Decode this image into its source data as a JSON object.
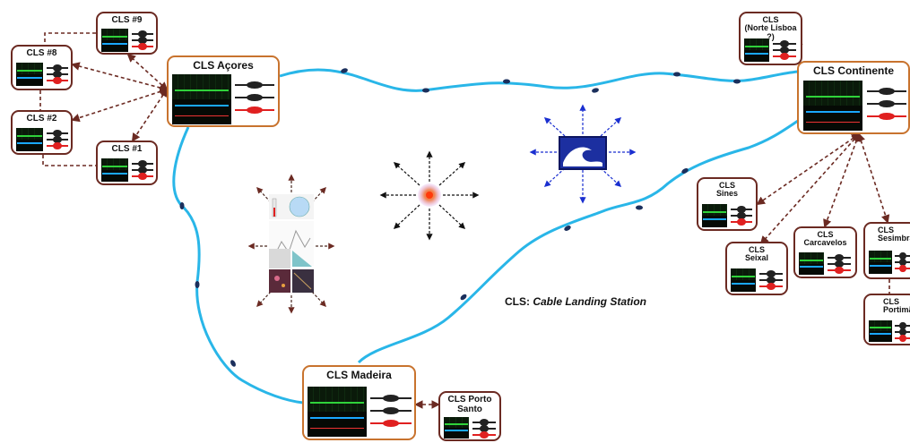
{
  "colors": {
    "cable": "#29b6e8",
    "repeater": "#1b2f5c",
    "major_border": "#c8732e",
    "minor_border": "#6b2a22",
    "link": "#6b2a22"
  },
  "icons": [
    "earthquake-source-icon",
    "tsunami-warning-icon",
    "multi-sensor-icon"
  ],
  "stations": {
    "acores": {
      "title": "CLS Açores"
    },
    "continente": {
      "title": "CLS Continente"
    },
    "madeira": {
      "title": "CLS Madeira"
    },
    "cls9": {
      "title": "CLS #9"
    },
    "cls8": {
      "title": "CLS #8"
    },
    "cls2": {
      "title": "CLS #2"
    },
    "cls1": {
      "title": "CLS #1"
    },
    "norte_lisboa": {
      "title": "CLS\n(Norte Lisboa ?)"
    },
    "sines": {
      "title": "CLS\nSines"
    },
    "seixal": {
      "title": "CLS\nSeixal"
    },
    "carcavelos": {
      "title": "CLS\nCarcavelos"
    },
    "sesimbra": {
      "title": "CLS\nSesimbra"
    },
    "portimao": {
      "title": "CLS\nPortimão"
    },
    "porto_santo": {
      "title": "CLS Porto\nSanto"
    }
  },
  "note": {
    "prefix": "CLS: ",
    "italic": "Cable Landing Station"
  }
}
